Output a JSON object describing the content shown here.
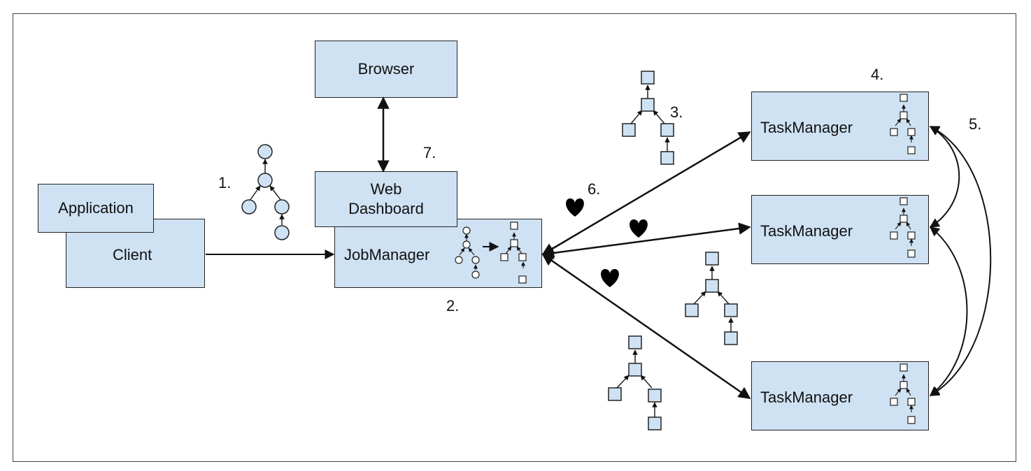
{
  "nodes": {
    "browser": "Browser",
    "application": "Application",
    "client": "Client",
    "web_dashboard": "Web\nDashboard",
    "job_manager": "JobManager",
    "task_manager_1": "TaskManager",
    "task_manager_2": "TaskManager",
    "task_manager_3": "TaskManager"
  },
  "step_labels": {
    "s1": "1.",
    "s2": "2.",
    "s3": "3.",
    "s4": "4.",
    "s5": "5.",
    "s6": "6.",
    "s7": "7."
  },
  "colors": {
    "box_fill": "#cfe2f3",
    "stroke": "#111111",
    "heartbeat": "#000000"
  },
  "icons": [
    "heart-icon",
    "job-graph-icon",
    "execution-graph-icon",
    "arrow-icon"
  ]
}
